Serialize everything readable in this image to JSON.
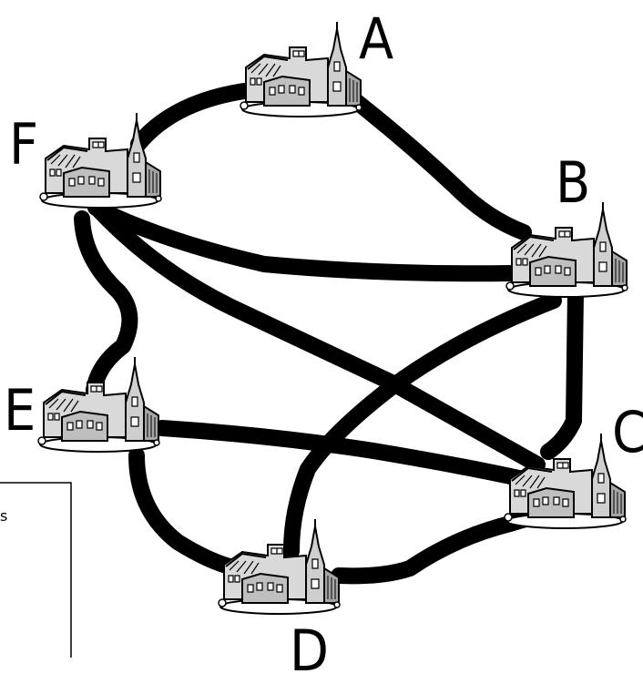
{
  "diagram": {
    "nodes": [
      {
        "id": "A",
        "label": "A"
      },
      {
        "id": "B",
        "label": "B"
      },
      {
        "id": "C",
        "label": "C"
      },
      {
        "id": "D",
        "label": "D"
      },
      {
        "id": "E",
        "label": "E"
      },
      {
        "id": "F",
        "label": "F"
      }
    ],
    "edges": [
      [
        "A",
        "F"
      ],
      [
        "A",
        "B"
      ],
      [
        "F",
        "B"
      ],
      [
        "F",
        "E"
      ],
      [
        "F",
        "C"
      ],
      [
        "B",
        "C"
      ],
      [
        "B",
        "D"
      ],
      [
        "E",
        "C"
      ],
      [
        "E",
        "D"
      ],
      [
        "D",
        "C"
      ]
    ],
    "node_icon": "town-with-church-icon",
    "partial_box_text": "s"
  },
  "colors": {
    "ink": "#000000",
    "background": "#ffffff"
  }
}
